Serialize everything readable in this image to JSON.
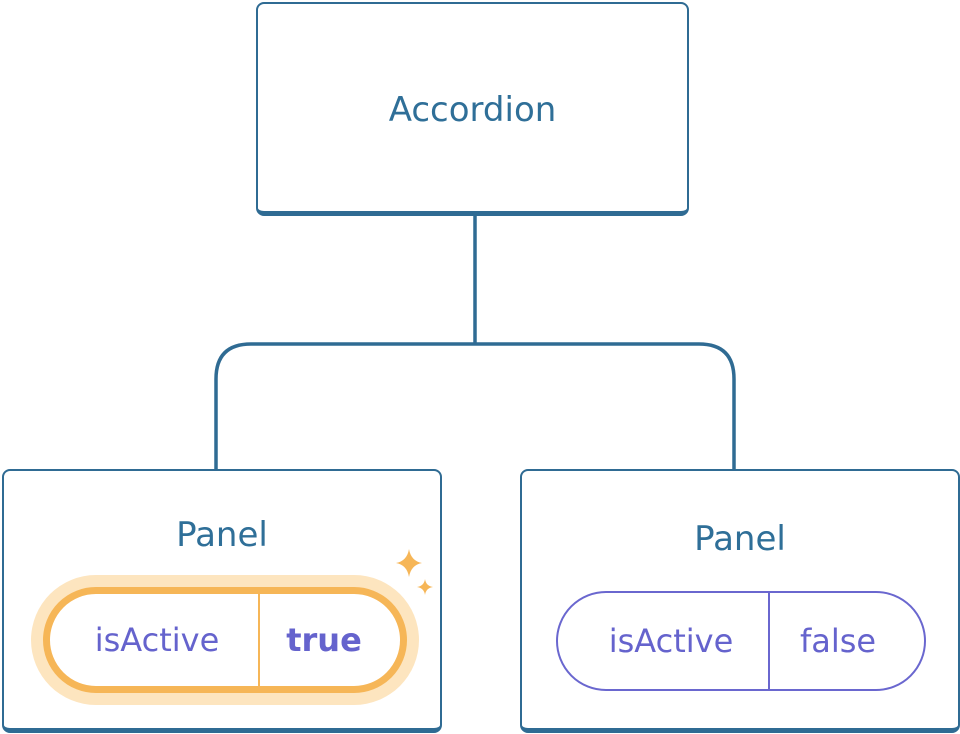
{
  "accordion": {
    "label": "Accordion"
  },
  "panels": [
    {
      "label": "Panel",
      "state_name": "isActive",
      "state_value": "true",
      "highlighted": true
    },
    {
      "label": "Panel",
      "state_name": "isActive",
      "state_value": "false",
      "highlighted": false
    }
  ],
  "colors": {
    "box_border": "#2f6b93",
    "title_text": "#2f6f98",
    "state_text": "#6563cd",
    "highlight": "#f6b657",
    "highlight_glow": "#fde5bf"
  },
  "icons": {
    "highlight": "sparkle-icon"
  }
}
